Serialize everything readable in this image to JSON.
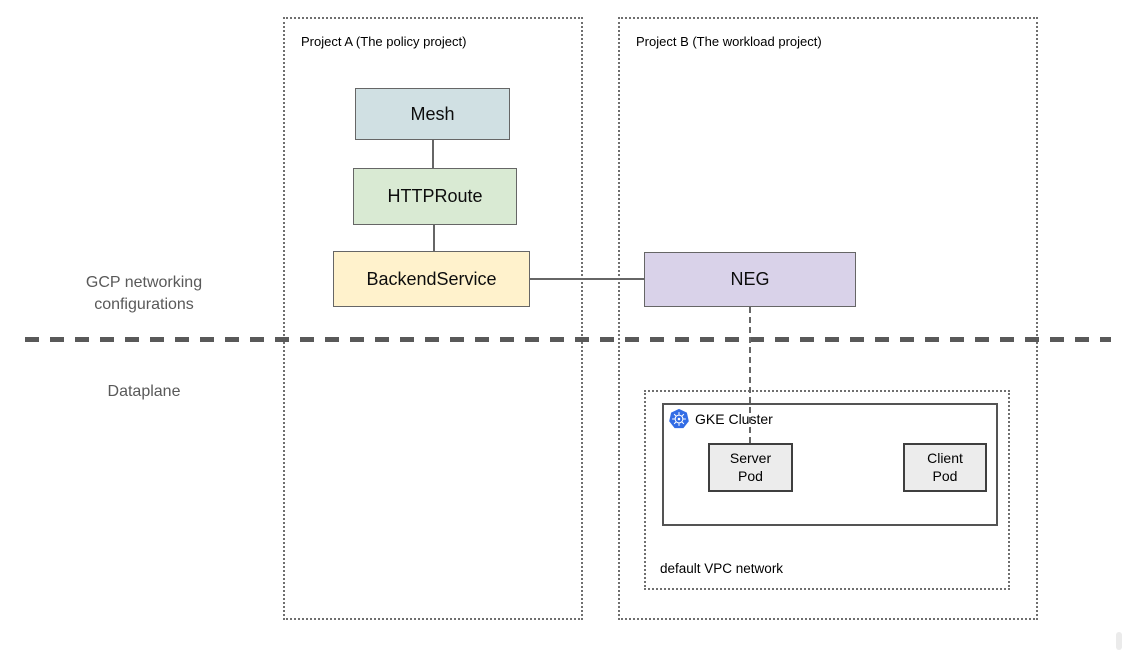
{
  "diagram": {
    "lanes": {
      "config_label": "GCP networking configurations",
      "dataplane_label": "Dataplane"
    },
    "projects": {
      "a": {
        "title": "Project A (The policy project)"
      },
      "b": {
        "title": "Project B (The workload project)"
      }
    },
    "nodes": {
      "mesh": {
        "label": "Mesh",
        "fill": "#d0e0e3"
      },
      "httproute": {
        "label": "HTTPRoute",
        "fill": "#d9ead3"
      },
      "backend_service": {
        "label": "BackendService",
        "fill": "#fff2cc"
      },
      "neg": {
        "label": "NEG",
        "fill": "#d9d2e9"
      }
    },
    "cluster": {
      "title": "GKE Cluster",
      "icon": "kubernetes-icon",
      "icon_color": "#326ce5"
    },
    "pods": {
      "server": {
        "line1": "Server",
        "line2": "Pod",
        "fill": "#ececec"
      },
      "client": {
        "line1": "Client",
        "line2": "Pod",
        "fill": "#ececec"
      }
    },
    "vpc": {
      "label": "default VPC network"
    },
    "colors": {
      "separator": "#595959",
      "connector": "#666666",
      "lane_label_text": "#595959",
      "dotted_border": "#6f6f6f"
    }
  }
}
